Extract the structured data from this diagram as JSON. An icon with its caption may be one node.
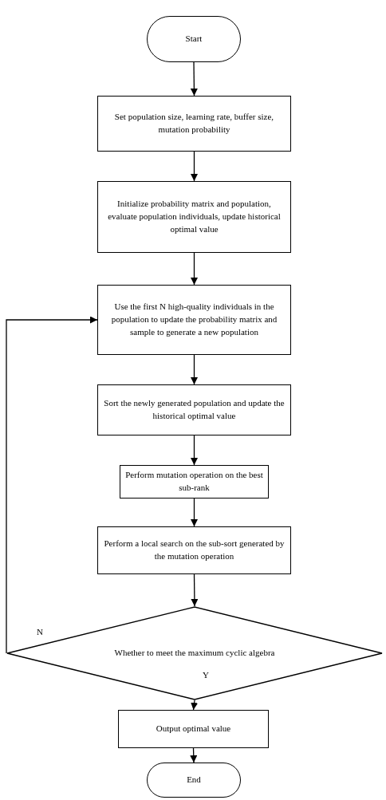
{
  "diagram": {
    "nodes": [
      {
        "text": [
          "Start"
        ]
      },
      {
        "text": [
          "Set population size, learning rate, buffer size, mutation probability"
        ]
      },
      {
        "text": [
          "Initialize probability matrix and population, evaluate population individuals, update historical optimal value"
        ]
      },
      {
        "text": [
          "Use the first N high-quality individuals in the population to update the probability matrix and sample to generate a new population"
        ]
      },
      {
        "text": [
          "Sort the newly generated population and update the historical optimal value"
        ]
      },
      {
        "text": [
          "Perform mutation operation on the best sub-rank"
        ]
      },
      {
        "text": [
          "Perform a local search on the sub-sort generated by the mutation operation"
        ]
      },
      {
        "text": [
          "Whether to meet the maximum cyclic algebra"
        ]
      },
      {
        "text": [
          "Output optimal value"
        ]
      },
      {
        "text": [
          "End"
        ]
      }
    ],
    "edges": [
      {
        "from": 0,
        "to": 1,
        "arrow": "to"
      },
      {
        "from": 1,
        "to": 2,
        "arrow": "to"
      },
      {
        "from": 2,
        "to": 3,
        "arrow": "to"
      },
      {
        "from": 3,
        "to": 4,
        "arrow": "to"
      },
      {
        "from": 4,
        "to": 5,
        "arrow": "to"
      },
      {
        "from": 5,
        "to": 6,
        "arrow": "to"
      },
      {
        "from": 6,
        "to": 7,
        "arrow": "to"
      },
      {
        "from": 7,
        "to": 8,
        "arrow": "to",
        "label": "Y"
      },
      {
        "from": 8,
        "to": 9,
        "arrow": "to"
      },
      {
        "from": 7,
        "to": 3,
        "arrow": "to",
        "label": "N"
      }
    ]
  }
}
